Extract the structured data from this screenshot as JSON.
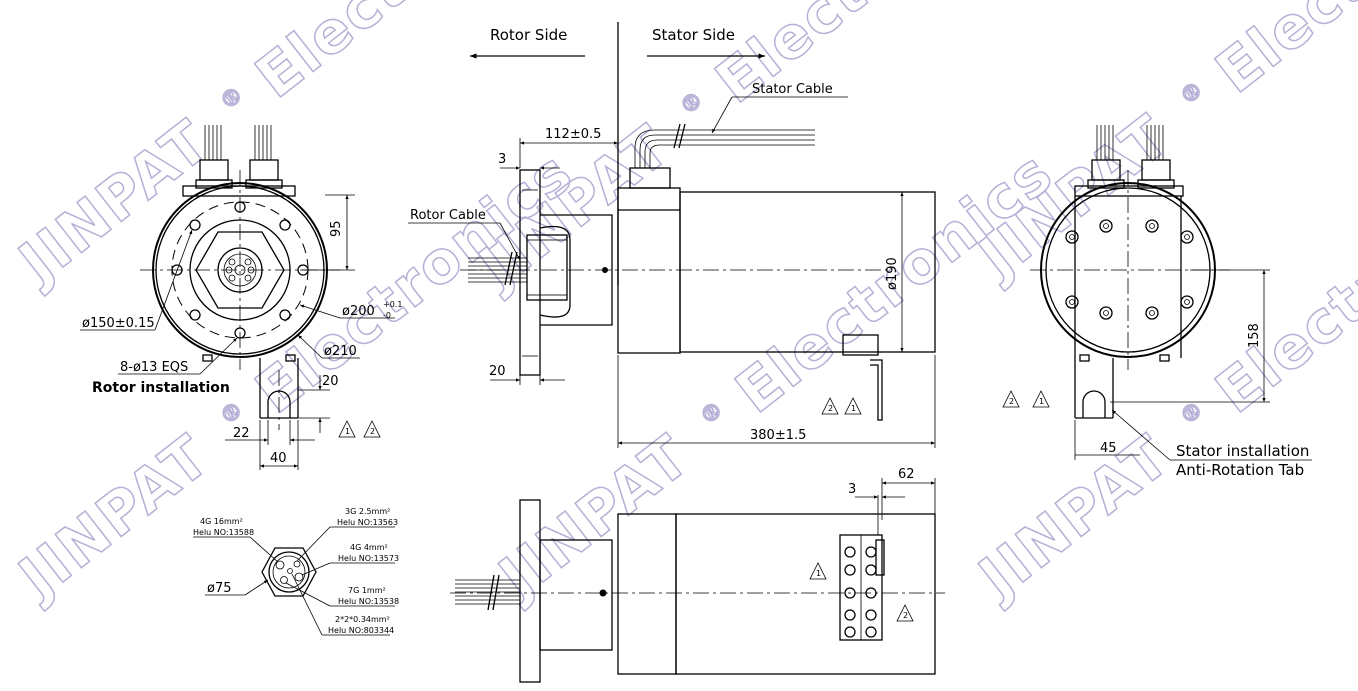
{
  "watermark": {
    "brand": "JINPAT",
    "registered": "®",
    "company": "Electronics"
  },
  "sides": {
    "rotor": "Rotor Side",
    "stator": "Stator Side"
  },
  "labels": {
    "stator_cable": "Stator Cable",
    "rotor_cable": "Rotor Cable",
    "rotor_installation": "Rotor installation",
    "stator_installation": "Stator installation",
    "anti_rotation_tab": "Anti-Rotation Tab",
    "warning_mark_1": "1",
    "warning_mark_2": "2"
  },
  "dimensions": {
    "d_112": "112±0.5",
    "d_3_top": "3",
    "d_20_flange": "20",
    "d_190": "ø190",
    "d_380": "380±1.5",
    "d_95": "95",
    "d_150": "ø150±0.15",
    "d_200_base": "ø200",
    "d_200_tol_upper": "+0.1",
    "d_200_tol_lower": "-0",
    "d_210": "ø210",
    "d_holes": "8-ø13 EQS",
    "d_20_tab": "20",
    "d_22": "22",
    "d_40": "40",
    "d_158": "158",
    "d_45": "45",
    "d_3_bottom": "3",
    "d_62": "62",
    "d_75": "ø75"
  },
  "cable_spec": [
    {
      "spec": "4G 16mm²",
      "part": "Helu NO:13588"
    },
    {
      "spec": "3G 2.5mm²",
      "part": "Helu NO:13563"
    },
    {
      "spec": "4G 4mm²",
      "part": "Helu NO:13573"
    },
    {
      "spec": "7G 1mm²",
      "part": "Helu NO:13538"
    },
    {
      "spec": "2*2*0.34mm²",
      "part": "Helu NO:803344"
    }
  ]
}
